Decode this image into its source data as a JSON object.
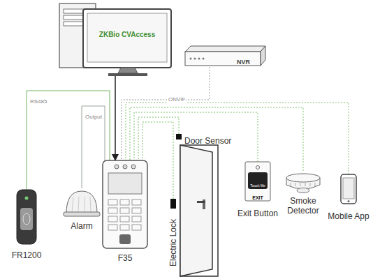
{
  "diagram": {
    "nodes": [
      {
        "text": [
          "ZKBio CVAccess"
        ]
      },
      {
        "text": [
          "NVR"
        ]
      },
      {
        "text": [
          "Door Sensor"
        ]
      },
      {
        "text": [
          "FR1200"
        ]
      },
      {
        "text": [
          "Alarm"
        ]
      },
      {
        "text": [
          "F35"
        ]
      },
      {
        "text": [
          "Electric Lock"
        ]
      },
      {
        "text": [
          "Exit Button"
        ]
      },
      {
        "text": [
          "Smoke Detector"
        ]
      },
      {
        "text": [
          "Mobile App"
        ]
      }
    ],
    "edges": [
      {
        "from": 0,
        "to": 5,
        "arrow": "to"
      },
      {
        "from": 1,
        "to": 5,
        "label": "ONVIF",
        "arrow": "none"
      },
      {
        "from": 3,
        "to": 5,
        "label": "RS485",
        "arrow": "none"
      },
      {
        "from": 4,
        "to": 5,
        "label": "Output",
        "arrow": "none"
      },
      {
        "from": 2,
        "to": 5,
        "arrow": "none"
      },
      {
        "from": 6,
        "to": 5,
        "arrow": "none"
      },
      {
        "from": 7,
        "to": 5,
        "arrow": "none"
      },
      {
        "from": 8,
        "to": 5,
        "arrow": "none"
      },
      {
        "from": 9,
        "to": 5,
        "arrow": "none"
      }
    ],
    "labels": [
      "Touch Me",
      "EXIT"
    ]
  }
}
